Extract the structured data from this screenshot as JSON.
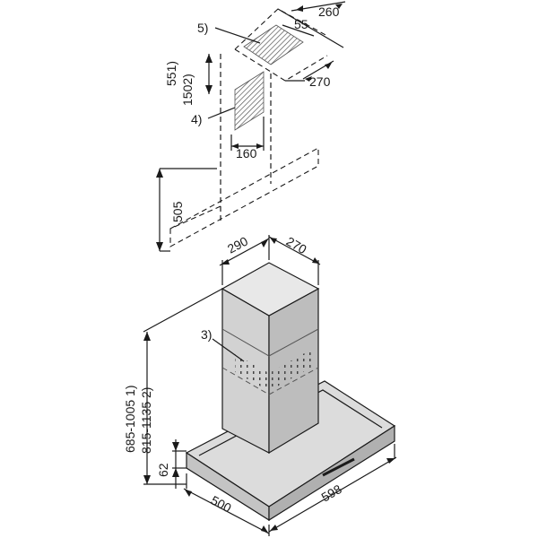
{
  "colors": {
    "ink": "#1a1a1a",
    "metal_light": "#e6e6e6",
    "metal_mid": "#cfcfcf",
    "metal_dark": "#a9a9a9",
    "hatch": "#555555"
  },
  "labels": {
    "top_width": "260",
    "top_55": "55",
    "top_270": "270",
    "note5": "5)",
    "note4": "4)",
    "v551": "551)",
    "v150": "1502)",
    "w160": "160",
    "h505": "505",
    "chimney_290": "290",
    "chimney_270": "270",
    "note3": "3)",
    "height1": "685-1005 1)",
    "height2": "815-1135 2)",
    "h62": "62",
    "depth500": "500",
    "width598": "598"
  }
}
